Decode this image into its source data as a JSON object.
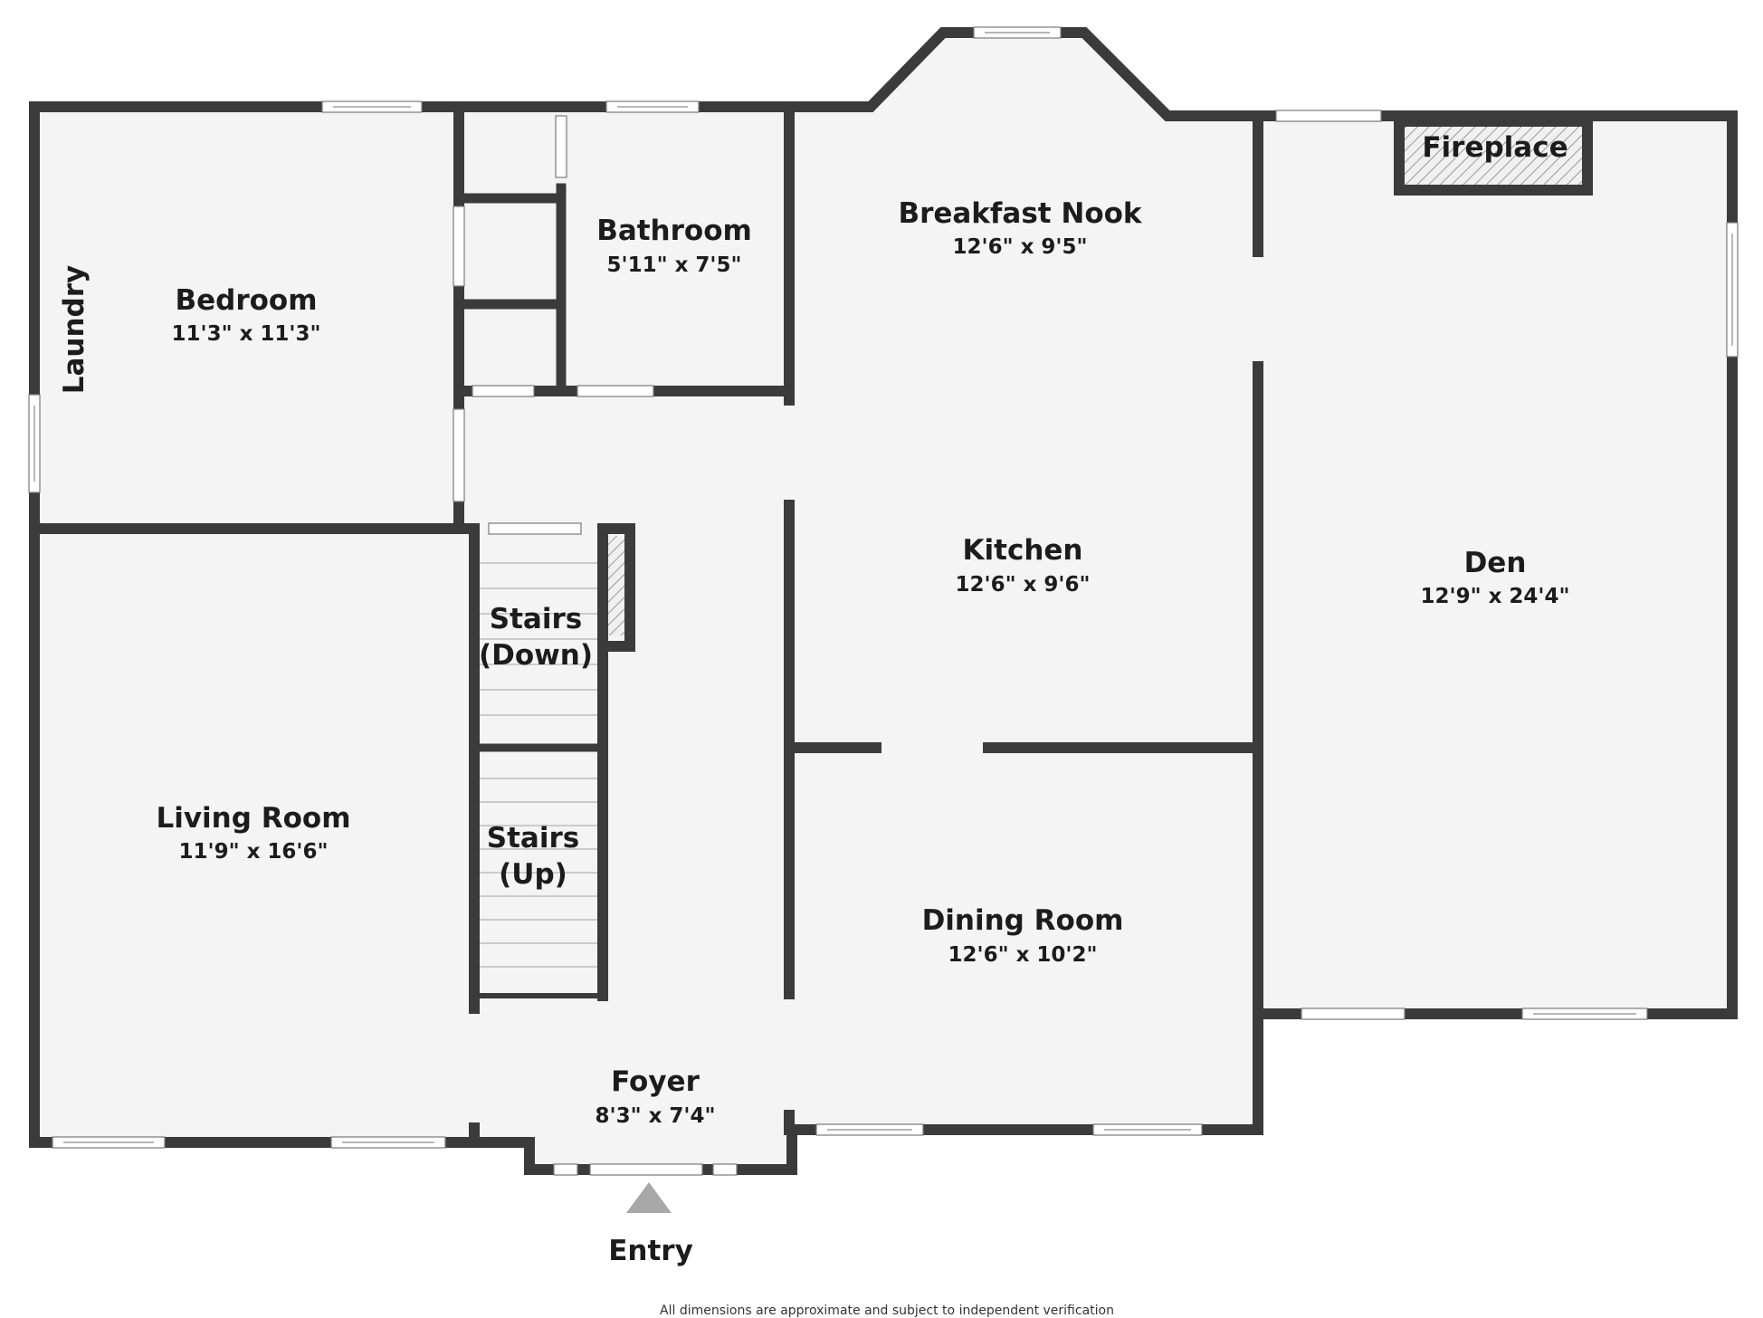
{
  "rooms": {
    "bedroom": {
      "name": "Bedroom",
      "dims": "11'3\" x 11'3\""
    },
    "laundry": {
      "name": "Laundry"
    },
    "bathroom": {
      "name": "Bathroom",
      "dims": "5'11\" x 7'5\""
    },
    "breakfast_nook": {
      "name": "Breakfast Nook",
      "dims": "12'6\" x 9'5\""
    },
    "fireplace": {
      "name": "Fireplace"
    },
    "kitchen": {
      "name": "Kitchen",
      "dims": "12'6\" x 9'6\""
    },
    "den": {
      "name": "Den",
      "dims": "12'9\" x 24'4\""
    },
    "stairs_down": {
      "line1": "Stairs",
      "line2": "(Down)"
    },
    "stairs_up": {
      "line1": "Stairs",
      "line2": "(Up)"
    },
    "living_room": {
      "name": "Living Room",
      "dims": "11'9\" x 16'6\""
    },
    "dining_room": {
      "name": "Dining Room",
      "dims": "12'6\" x 10'2\""
    },
    "foyer": {
      "name": "Foyer",
      "dims": "8'3\" x 7'4\""
    }
  },
  "entry": {
    "label": "Entry"
  },
  "footer": {
    "disclaimer": "All dimensions are approximate and subject to independent verification"
  },
  "colors": {
    "wall": "#3b3b3b",
    "floor": "#f4f4f4",
    "entry_arrow": "#a8a8a8"
  }
}
